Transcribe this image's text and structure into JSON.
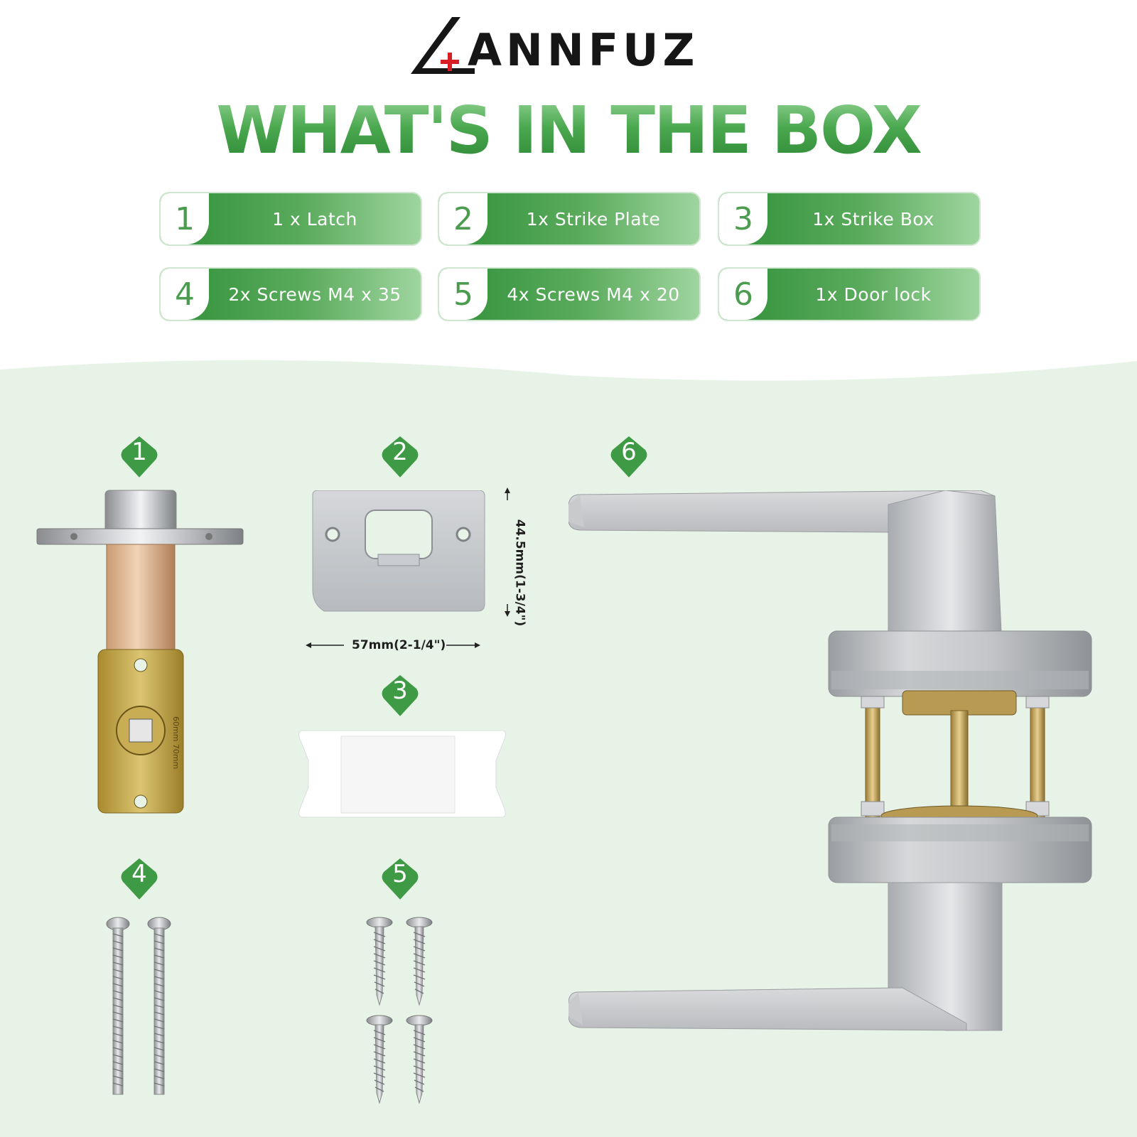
{
  "brand": {
    "name": "ANNFUZ"
  },
  "title": "WHAT'S IN THE BOX",
  "items": [
    {
      "num": "1",
      "label": "1 x Latch"
    },
    {
      "num": "2",
      "label": "1x Strike Plate"
    },
    {
      "num": "3",
      "label": "1x Strike Box"
    },
    {
      "num": "4",
      "label": "2x Screws M4 x 35"
    },
    {
      "num": "5",
      "label": "4x Screws M4 x 20"
    },
    {
      "num": "6",
      "label": "1x Door lock"
    }
  ],
  "badges": [
    "1",
    "2",
    "3",
    "4",
    "5",
    "6"
  ],
  "dimensions": {
    "width": "57mm(2-1/4\")",
    "height": "44.5mm(1-3/4\")"
  },
  "colors": {
    "accent": "#3f9a45",
    "background_lower": "#e8f3e8",
    "brand_text": "#161616",
    "brand_red": "#d81f26"
  }
}
